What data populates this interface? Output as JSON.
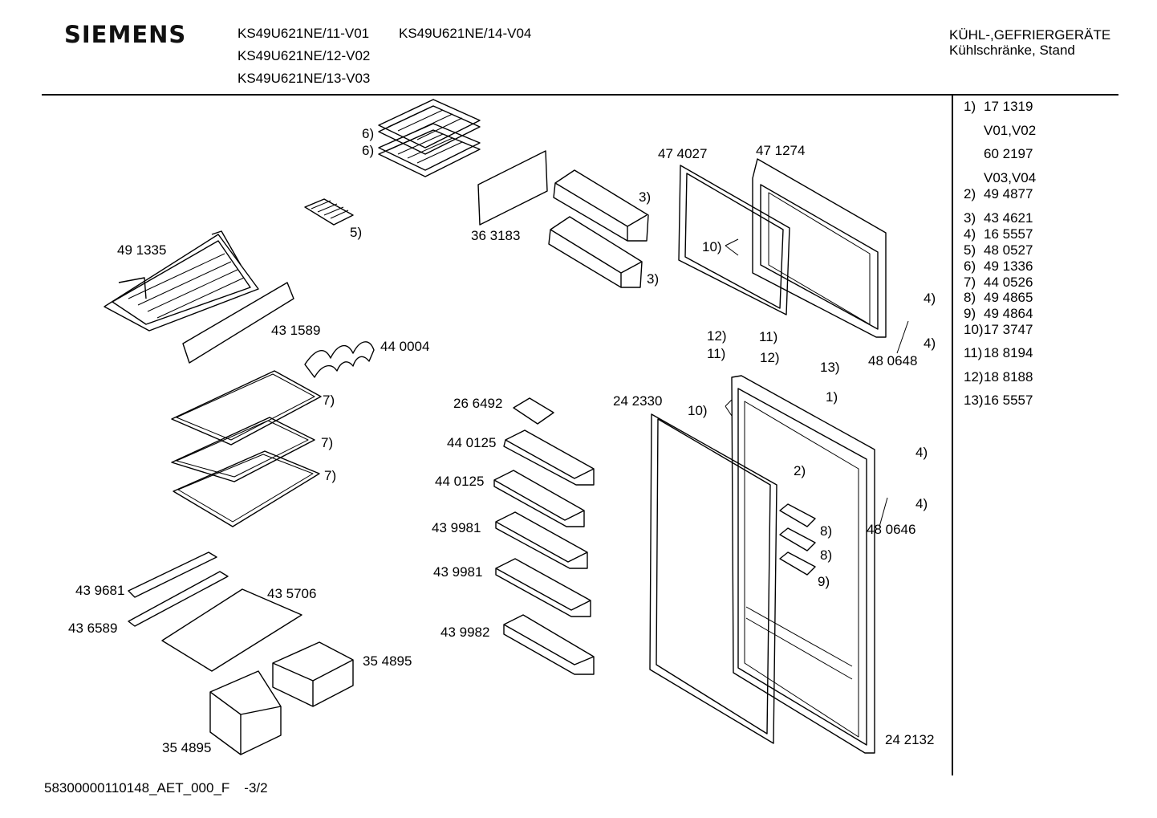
{
  "header": {
    "brand": "SIEMENS",
    "models": [
      "KS49U621NE/11-V01",
      "KS49U621NE/14-V04",
      "KS49U621NE/12-V02",
      "KS49U621NE/13-V03"
    ],
    "category_line1": "KÜHL-,GEFRIERGERÄTE",
    "category_line2": "Kühlschränke, Stand"
  },
  "legend": [
    {
      "key": "1)",
      "value": "17 1319"
    },
    {
      "key": "",
      "value": "V01,V02"
    },
    {
      "key": "",
      "value": "60 2197"
    },
    {
      "key": "",
      "value": "V03,V04"
    },
    {
      "key": "2)",
      "value": "49 4877"
    },
    {
      "key": "3)",
      "value": "43 4621"
    },
    {
      "key": "4)",
      "value": "16 5557"
    },
    {
      "key": "5)",
      "value": "48 0527"
    },
    {
      "key": "6)",
      "value": "49 1336"
    },
    {
      "key": "7)",
      "value": "44 0526"
    },
    {
      "key": "8)",
      "value": "49 4865"
    },
    {
      "key": "9)",
      "value": "49 4864"
    },
    {
      "key": "10)",
      "value": "17 3747"
    },
    {
      "key": "11)",
      "value": "18 8194"
    },
    {
      "key": "12)",
      "value": "18 8188"
    },
    {
      "key": "13)",
      "value": "16 5557"
    }
  ],
  "labels": {
    "p_474027": "47 4027",
    "p_471274": "47 1274",
    "p_363183": "36 3183",
    "p_491335": "49 1335",
    "p_431589": "43 1589",
    "p_440004": "44 0004",
    "p_266492": "26 6492",
    "p_242330": "24 2330",
    "p_440125a": "44 0125",
    "p_440125b": "44 0125",
    "p_439981a": "43 9981",
    "p_439981b": "43 9981",
    "p_439982": "43 9982",
    "p_439681": "43 9681",
    "p_435706": "43 5706",
    "p_436589": "43 6589",
    "p_354895a": "35 4895",
    "p_354895b": "35 4895",
    "p_480648": "48 0648",
    "p_480646": "48 0646",
    "p_242132": "24 2132",
    "ref1": "1)",
    "ref2": "2)",
    "ref3a": "3)",
    "ref3b": "3)",
    "ref4a": "4)",
    "ref4b": "4)",
    "ref4c": "4)",
    "ref4d": "4)",
    "ref5": "5)",
    "ref6a": "6)",
    "ref6b": "6)",
    "ref7a": "7)",
    "ref7b": "7)",
    "ref7c": "7)",
    "ref8a": "8)",
    "ref8b": "8)",
    "ref9": "9)",
    "ref10a": "10)",
    "ref10b": "10)",
    "ref11a": "11)",
    "ref11b": "11)",
    "ref12a": "12)",
    "ref12b": "12)",
    "ref13": "13)"
  },
  "footer": {
    "doc_id": "58300000110148_AET_000_F",
    "page": "-3/2"
  }
}
